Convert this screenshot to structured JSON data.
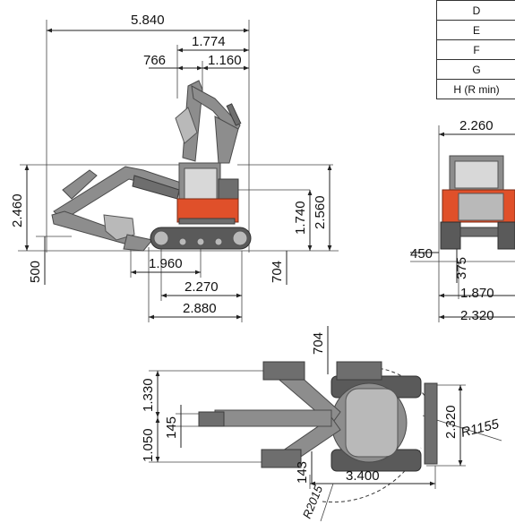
{
  "spec_table": {
    "rows": [
      "D",
      "E",
      "F",
      "G",
      "H (R min)"
    ]
  },
  "side_view": {
    "dims": {
      "overall_length": "5.840",
      "d_1774": "1.774",
      "d_766": "766",
      "d_1160": "1.160",
      "height_left": "2.460",
      "d_500": "500",
      "d_1740": "1.740",
      "d_2560": "2.560",
      "d_704": "704",
      "d_1960": "1.960",
      "d_2270": "2.270",
      "d_2880": "2.880"
    }
  },
  "rear_view": {
    "dims": {
      "d_2260": "2.260",
      "d_450": "450",
      "d_375": "375",
      "d_1870": "1.870",
      "d_2320": "2.320"
    }
  },
  "top_view": {
    "dims": {
      "d_704": "704",
      "d_1330": "1.330",
      "d_1050": "1.050",
      "d_145": "145",
      "d_143": "143",
      "d_3400": "3.400",
      "d_2320": "2.320",
      "r_1155": "R1155",
      "r_2015": "R2015"
    }
  },
  "colors": {
    "accent_orange": "#e0502a",
    "machine_grey": "#8d8d8d"
  }
}
